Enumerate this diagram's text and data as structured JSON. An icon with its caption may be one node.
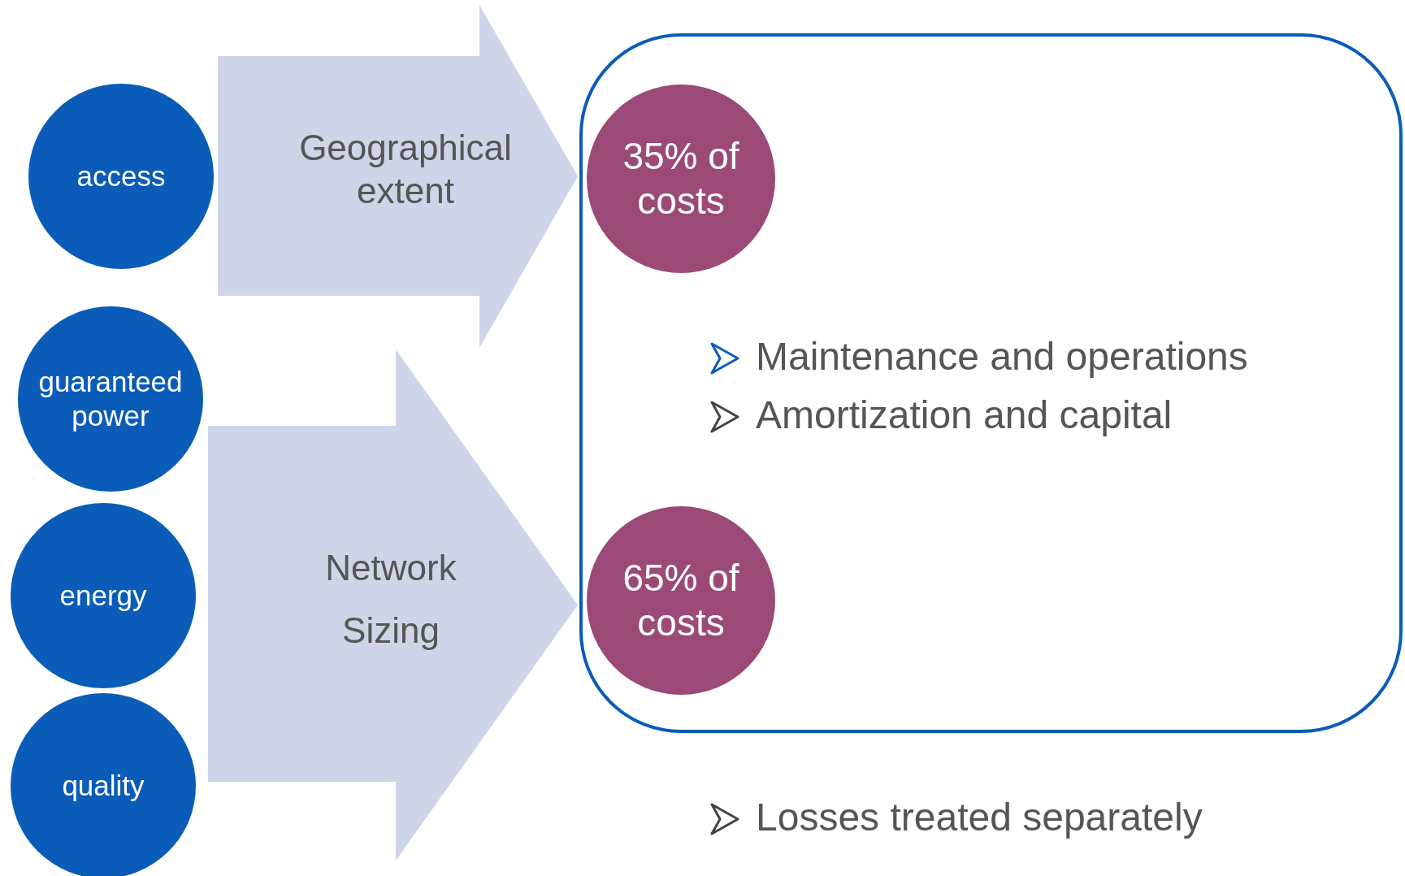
{
  "diagram": {
    "nodes": [
      {
        "text": [
          "access"
        ]
      },
      {
        "text": [
          "guaranteed power"
        ]
      },
      {
        "text": [
          "energy"
        ]
      },
      {
        "text": [
          "quality"
        ]
      },
      {
        "text": [
          "Geographical extent"
        ]
      },
      {
        "text": [
          "Network Sizing"
        ]
      },
      {
        "text": [
          "Maintenance and operations",
          "Amortization and capital"
        ]
      },
      {
        "text": [
          "35% of costs"
        ],
        "in": 6
      },
      {
        "text": [
          "65% of costs"
        ],
        "in": 6
      }
    ],
    "edges": [],
    "labels": [
      "Losses treated separately"
    ]
  }
}
